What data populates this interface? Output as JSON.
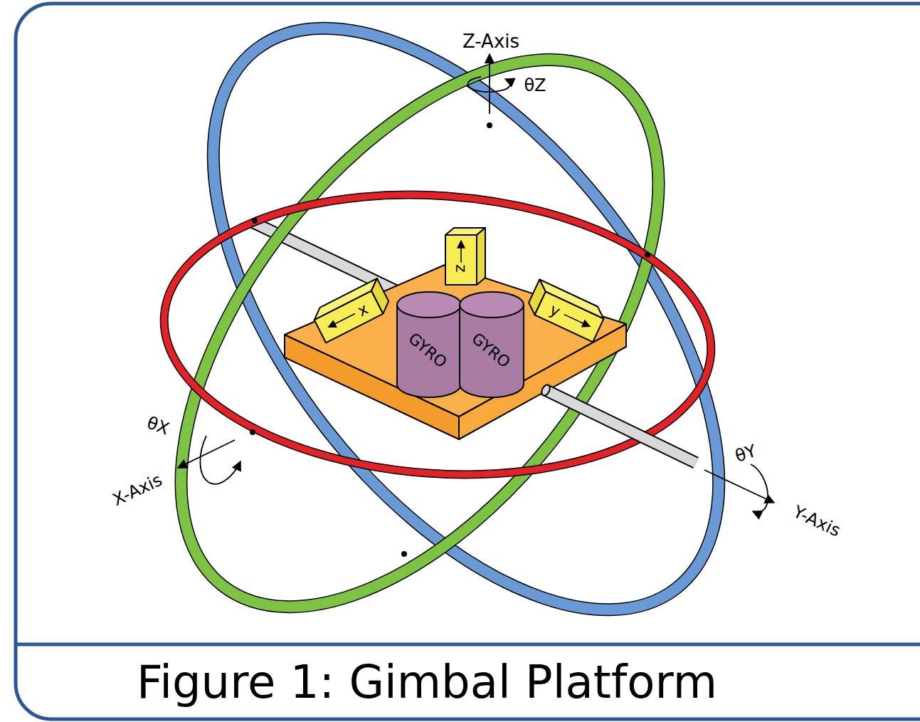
{
  "diagram": {
    "caption": "Figure 1: Gimbal Platform",
    "nodes": [
      {
        "text": [
          "z"
        ]
      },
      {
        "text": [
          "x"
        ]
      },
      {
        "text": [
          "GYRO"
        ]
      },
      {
        "text": [
          "GYRO"
        ]
      },
      {
        "text": [
          "y"
        ]
      }
    ],
    "labels": [
      "Z-Axis",
      "θZ",
      "θX",
      "X-Axis",
      "θY",
      "Y-Axis"
    ]
  }
}
